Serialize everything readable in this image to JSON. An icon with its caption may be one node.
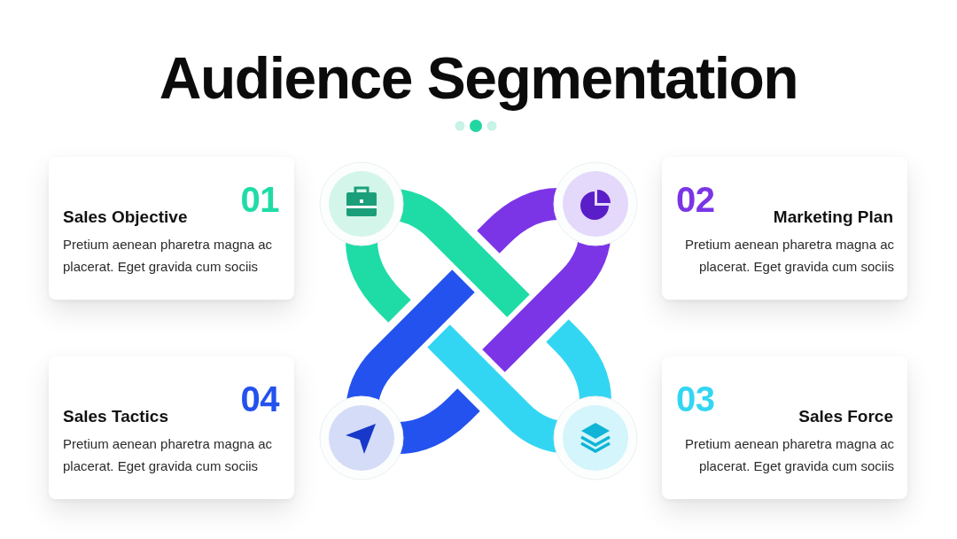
{
  "diagram": {
    "title": "Audience Segmentation",
    "nodes": [
      {
        "text": [
          "01",
          "Sales Objective",
          "Pretium aenean pharetra magna ac placerat. Eget gravida cum sociis"
        ]
      },
      {
        "text": [
          "02",
          "Marketing Plan",
          "Pretium aenean pharetra magna ac placerat. Eget gravida cum sociis"
        ]
      },
      {
        "text": [
          "04",
          "Sales Tactics",
          "Pretium aenean pharetra magna ac placerat. Eget gravida cum sociis"
        ]
      },
      {
        "text": [
          "03",
          "Sales Force",
          "Pretium aenean pharetra magna ac placerat. Eget gravida cum sociis"
        ]
      }
    ]
  }
}
